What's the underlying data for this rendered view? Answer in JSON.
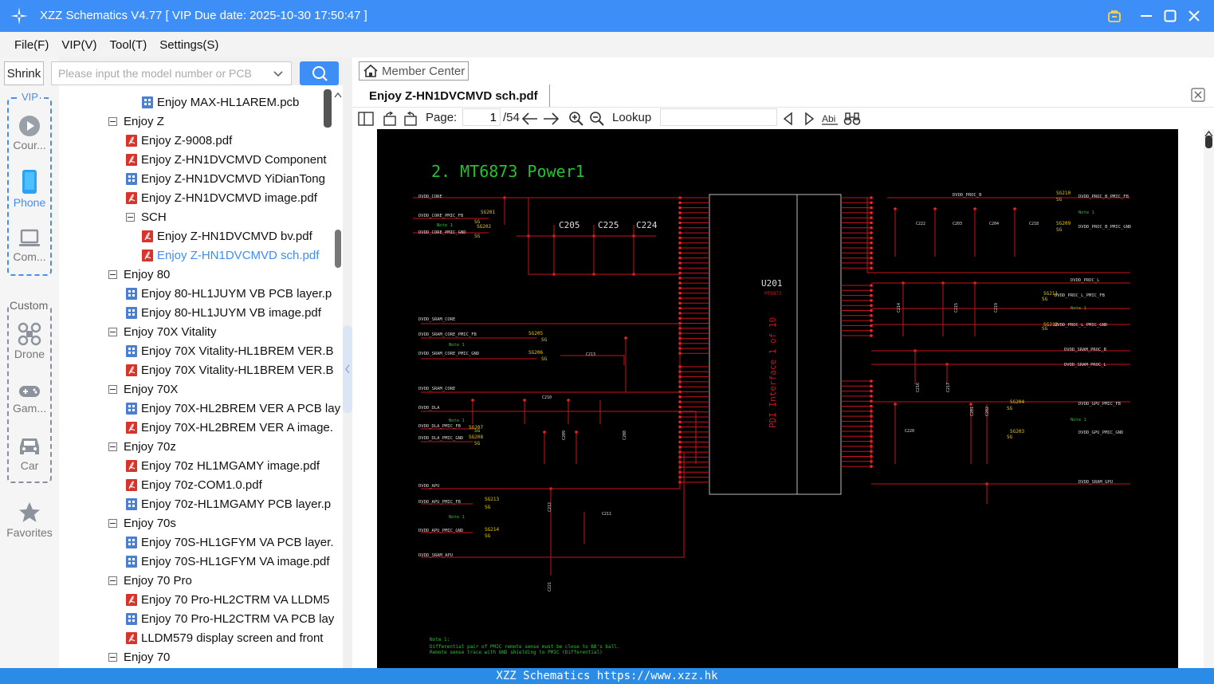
{
  "window": {
    "title": "XZZ Schematics V4.77 [ VIP Due date: 2025-10-30 17:50:47 ]"
  },
  "menu": [
    "File(F)",
    "VIP(V)",
    "Tool(T)",
    "Settings(S)"
  ],
  "search": {
    "shrink_label": "Shrink",
    "placeholder": "Please input the model number or PCB"
  },
  "sidebar": {
    "vip_label": "VIP",
    "custom_label": "Custom",
    "categories": [
      {
        "label": "Cour...",
        "icon": "play-icon"
      },
      {
        "label": "Phone",
        "icon": "phone-icon"
      },
      {
        "label": "Com...",
        "icon": "laptop-icon"
      },
      {
        "label": "Drone",
        "icon": "drone-icon"
      },
      {
        "label": "Gam...",
        "icon": "gamepad-icon"
      },
      {
        "label": "Car",
        "icon": "car-icon"
      },
      {
        "label": "Favorites",
        "icon": "star-icon"
      }
    ]
  },
  "tree": [
    {
      "label": "Enjoy MAX-HL1AREM.pcb",
      "type": "pcb",
      "level": 2
    },
    {
      "label": "Enjoy Z",
      "type": "folder",
      "level": 0
    },
    {
      "label": "Enjoy Z-9008.pdf",
      "type": "pdf",
      "level": 1
    },
    {
      "label": "Enjoy Z-HN1DVCMVD Component",
      "type": "pdf",
      "level": 1
    },
    {
      "label": "Enjoy Z-HN1DVCMVD YiDianTong",
      "type": "pcb",
      "level": 1
    },
    {
      "label": "Enjoy Z-HN1DVCMVD image.pdf",
      "type": "pdf",
      "level": 1
    },
    {
      "label": "SCH",
      "type": "folder",
      "level": 1
    },
    {
      "label": "Enjoy Z-HN1DVCMVD bv.pdf",
      "type": "pdf",
      "level": 2
    },
    {
      "label": "Enjoy Z-HN1DVCMVD sch.pdf",
      "type": "pdf",
      "level": 2,
      "selected": true
    },
    {
      "label": "Enjoy 80",
      "type": "folder",
      "level": 0
    },
    {
      "label": "Enjoy 80-HL1JUYM VB PCB layer.p",
      "type": "pcb",
      "level": 1
    },
    {
      "label": "Enjoy 80-HL1JUYM VB image.pdf",
      "type": "pcb",
      "level": 1
    },
    {
      "label": "Enjoy 70X Vitality",
      "type": "folder",
      "level": 0
    },
    {
      "label": "Enjoy 70X Vitality-HL1BREM VER.B",
      "type": "pcb",
      "level": 1
    },
    {
      "label": "Enjoy 70X Vitality-HL1BREM VER.B",
      "type": "pdf",
      "level": 1
    },
    {
      "label": "Enjoy 70X",
      "type": "folder",
      "level": 0
    },
    {
      "label": "Enjoy 70X-HL2BREM VER A PCB lay",
      "type": "pcb",
      "level": 1
    },
    {
      "label": "Enjoy 70X-HL2BREM VER A image.",
      "type": "pdf",
      "level": 1
    },
    {
      "label": "Enjoy 70z",
      "type": "folder",
      "level": 0
    },
    {
      "label": "Enjoy 70z HL1MGAMY image.pdf",
      "type": "pdf",
      "level": 1
    },
    {
      "label": "Enjoy 70z-COM1.0.pdf",
      "type": "pdf",
      "level": 1
    },
    {
      "label": "Enjoy 70z-HL1MGAMY PCB layer.p",
      "type": "pcb",
      "level": 1
    },
    {
      "label": "Enjoy 70s",
      "type": "folder",
      "level": 0
    },
    {
      "label": "Enjoy 70S-HL1GFYM VA PCB layer.",
      "type": "pcb",
      "level": 1
    },
    {
      "label": "Enjoy 70S-HL1GFYM VA image.pdf",
      "type": "pcb",
      "level": 1
    },
    {
      "label": "Enjoy 70 Pro",
      "type": "folder",
      "level": 0
    },
    {
      "label": "Enjoy 70 Pro-HL2CTRM VA LLDM5",
      "type": "pdf",
      "level": 1
    },
    {
      "label": "Enjoy 70 Pro-HL2CTRM VA PCB lay",
      "type": "pcb",
      "level": 1
    },
    {
      "label": "LLDM579 display screen and front",
      "type": "pdf",
      "level": 1
    },
    {
      "label": "Enjoy 70",
      "type": "folder",
      "level": 0
    }
  ],
  "viewer": {
    "member_center": "Member Center",
    "tab_title": "Enjoy Z-HN1DVCMVD sch.pdf",
    "page_label": "Page:",
    "page_current": "1",
    "page_total": "/54",
    "lookup_label": "Lookup",
    "lookup_value": ""
  },
  "schematic": {
    "heading": "2.  MT6873 Power1",
    "ref_u201": "U201",
    "part": "MT6873",
    "interface": "PDI Interface  1 of 10",
    "caps_top": [
      "C205",
      "C225",
      "C224"
    ],
    "note_title": "Note 1:",
    "note_lines": [
      "Differential pair of PMIC remote sense must be close to BB's ball.",
      "Remote sense trace with GND shielding to PMIC (Differential)"
    ],
    "nets_left": [
      "DVDD_CORE",
      "DVDD_CORE_PMIC_FB",
      "DVDD_CORE_PMIC_GND",
      "DVDD_SRAM_CORE",
      "DVDD_SRAM_CORE_PMIC_FB",
      "DVDD_SRAM_CORE_PMIC_GND",
      "DVDD_SRAM_CORE",
      "DVDD_DLA",
      "DVDD_DLA_PMIC_FB",
      "DVDD_DLA_PMIC_GND",
      "DVDD_APU",
      "DVDD_APU_PMIC_FB",
      "DVDD_APU_PMIC_GND",
      "DVDD_SRAM_APU"
    ],
    "nets_right": [
      "DVDD_PROC_B",
      "DVDD_PROC_B_PMIC_FB",
      "DVDD_PROC_B_PMIC_GND",
      "DVDD_PROC_L",
      "DVDD_PROC_L_PMIC_FB",
      "DVDD_PROC_L_PMIC_GND",
      "DVDD_SRAM_PROC_B",
      "DVDD_SRAM_PROC_L",
      "DVDD_GPU_PMIC_FB",
      "DVDD_GPU_PMIC_GND",
      "DVDD_SRAM_GPU"
    ],
    "testpoints_left": [
      "SG201",
      "SG202",
      "SG205",
      "SG206",
      "SG207",
      "SG208",
      "SG213",
      "SG214"
    ],
    "testpoints_right": [
      "SG210",
      "SG209",
      "SG211",
      "SG212",
      "SG204",
      "SG203"
    ],
    "caps_misc": [
      "C213",
      "C210",
      "C209",
      "C208",
      "C212",
      "C211",
      "C222",
      "C203",
      "C204",
      "C218",
      "C214",
      "C215",
      "C219",
      "C216",
      "C217",
      "C220",
      "C201",
      "C202",
      "C221"
    ],
    "note_ref": "Note 1",
    "sg_label": "SG"
  },
  "status": {
    "text": "XZZ Schematics https://www.xzz.hk"
  },
  "colors": {
    "accent": "#3e8ef7",
    "wire": "#c8141e",
    "net_label": "#d9d9d9",
    "heading": "#22c22e",
    "testpoint": "#e6c800"
  }
}
